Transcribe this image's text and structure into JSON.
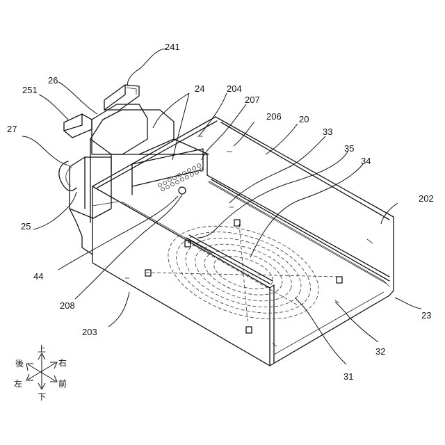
{
  "labels": {
    "l241": "241",
    "l26": "26",
    "l24": "24",
    "l204": "204",
    "l251": "251",
    "l207": "207",
    "l206": "206",
    "l20": "20",
    "l27": "27",
    "l33": "33",
    "l35": "35",
    "l34": "34",
    "l202": "202",
    "l25": "25",
    "l44": "44",
    "l208": "208",
    "l203": "203",
    "l23": "23",
    "l32": "32",
    "l31": "31"
  },
  "compass": {
    "up": "上",
    "down": "下",
    "left": "左",
    "right": "右",
    "front": "前",
    "back": "後"
  }
}
